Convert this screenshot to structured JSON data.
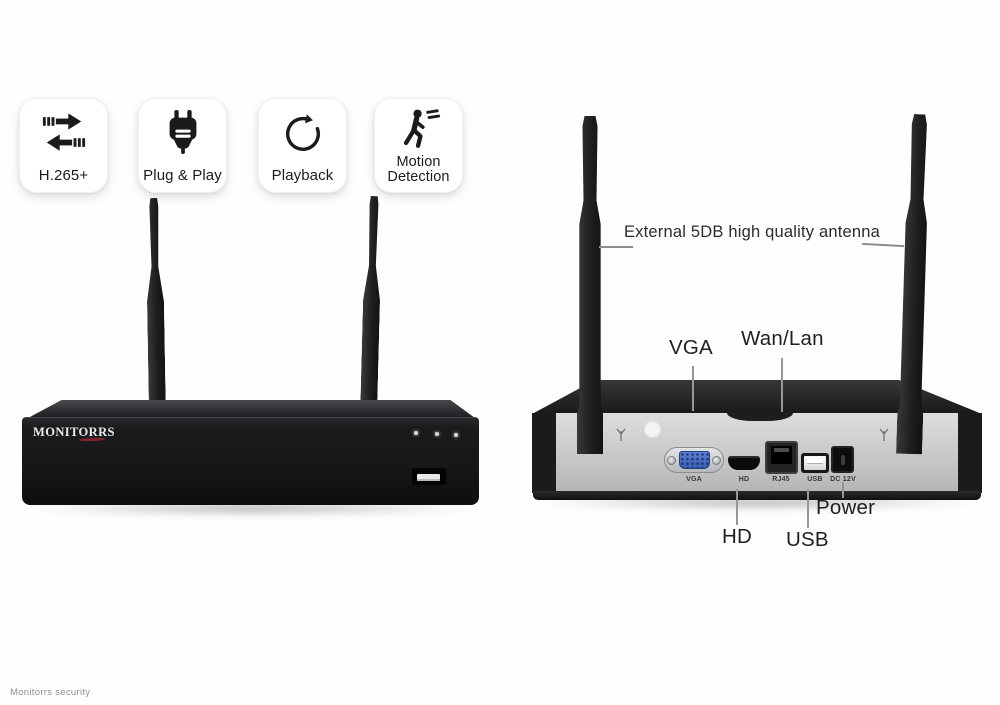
{
  "page": {
    "watermark": "Monitorrs security"
  },
  "feature_cards": [
    {
      "label": "H.265+",
      "icon": "h265-compression-arrows-icon"
    },
    {
      "label": "Plug & Play",
      "icon": "plug-icon"
    },
    {
      "label": "Playback",
      "icon": "playback-circular-arrow-icon"
    },
    {
      "label": "Motion Detection",
      "icon": "motion-detection-walker-icon"
    }
  ],
  "front_device": {
    "logo": "MONITORRS",
    "led_count": 3
  },
  "rear_device": {
    "antenna_note": "External 5DB high quality antenna",
    "callouts": {
      "vga": "VGA",
      "wan_lan": "Wan/Lan",
      "hd": "HD",
      "usb": "USB",
      "power": "Power"
    },
    "port_labels": {
      "vga": "VGA",
      "hd": "HD",
      "rj45": "RJ45",
      "usb": "USB",
      "dc": "DC 12V"
    }
  },
  "colors": {
    "device_black": "#17171a",
    "panel_gray": "#c9cacc",
    "vga_blue": "#4a6dc0",
    "logo_accent_red": "#8d2531",
    "callout_text": "#1f1f22"
  }
}
